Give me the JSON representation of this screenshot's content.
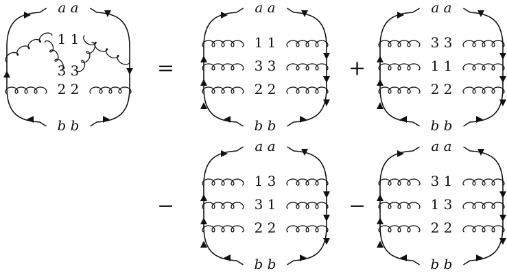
{
  "equation": {
    "operators": [
      "=",
      "+",
      "−",
      "−"
    ],
    "diagrams": [
      {
        "id": "lhs",
        "type": "crossed",
        "top": "a a",
        "bottom": "b b",
        "rows": [
          "1 1",
          "3 3",
          "2 2"
        ]
      },
      {
        "id": "t1",
        "type": "ladder",
        "top": "a a",
        "bottom": "b b",
        "rows": [
          "1 1",
          "3 3",
          "2 2"
        ]
      },
      {
        "id": "t2",
        "type": "ladder",
        "top": "a a",
        "bottom": "b b",
        "rows": [
          "3 3",
          "1 1",
          "2 2"
        ]
      },
      {
        "id": "t3",
        "type": "ladder",
        "top": "a a",
        "bottom": "b b",
        "rows": [
          "1 3",
          "3 1",
          "2 2"
        ]
      },
      {
        "id": "t4",
        "type": "ladder",
        "top": "a a",
        "bottom": "b b",
        "rows": [
          "3 1",
          "1 3",
          "2 2"
        ]
      }
    ]
  }
}
